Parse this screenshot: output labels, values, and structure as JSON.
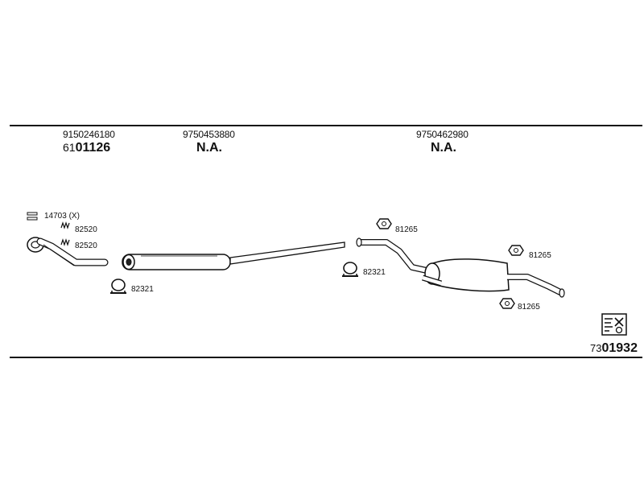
{
  "header": {
    "columns": [
      {
        "part_number": "9150246180",
        "oem_prefix": "61",
        "oem_main": "01126"
      },
      {
        "part_number": "9750453880",
        "oem_prefix": "",
        "oem_main": "N.A."
      },
      {
        "part_number": "9750462980",
        "oem_prefix": "",
        "oem_main": "N.A."
      }
    ]
  },
  "callouts": {
    "c1": "14703 (X)",
    "c2": "82520",
    "c3": "82520",
    "c4": "82321",
    "c5": "82321",
    "c6": "81265",
    "c7": "81265",
    "c8": "81265"
  },
  "footer": {
    "code_prefix": "73",
    "code_main": "01932",
    "icon": "parts-catalog-icon"
  },
  "colors": {
    "line": "#111111",
    "fill_light": "#f4f4f4",
    "fill_dark": "#222222"
  }
}
